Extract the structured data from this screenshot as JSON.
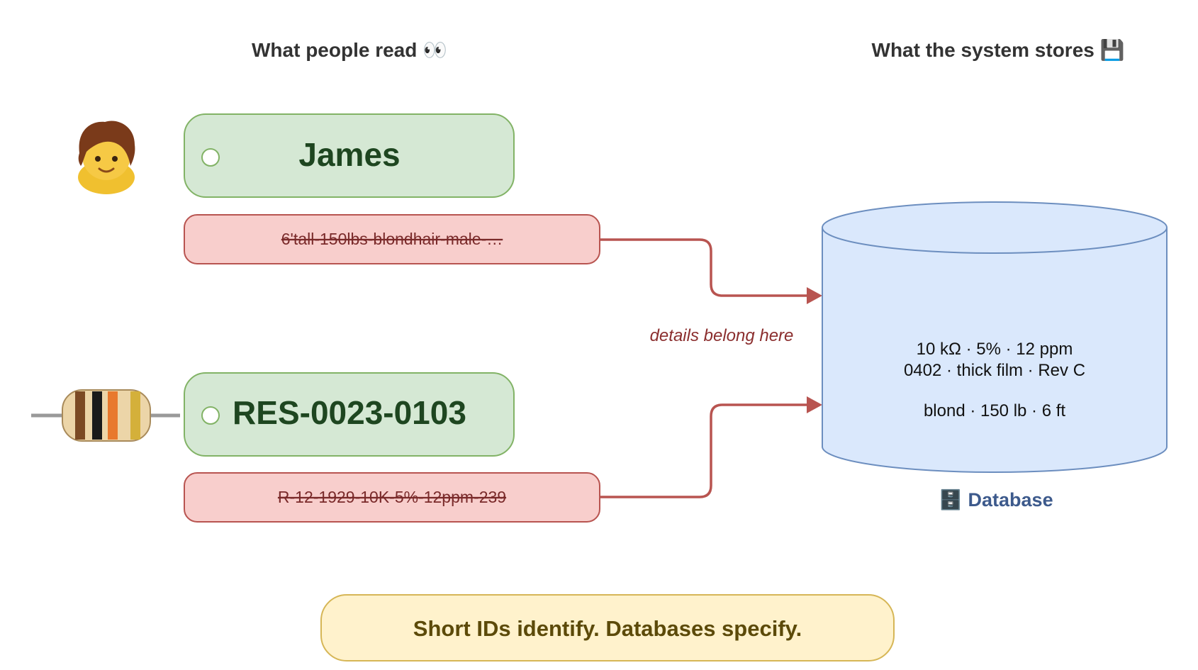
{
  "headers": {
    "left": "What people read 👀",
    "right": "What the system stores 💾"
  },
  "rows": [
    {
      "icon": "person-icon",
      "short_id": "James",
      "long_name": "6'tall-150lbs-blondhair-male-…"
    },
    {
      "icon": "resistor-icon",
      "short_id": "RES-0023-0103",
      "long_name": "R-12-1929-10K-5%-12ppm-239"
    }
  ],
  "annotation": "details belong here",
  "database": {
    "lines": [
      "10 kΩ · 5% · 12 ppm",
      "0402 · thick film · Rev C",
      "blond · 150 lb · 6 ft"
    ],
    "label": "🗄️ Database"
  },
  "takeaway": "Short IDs identify. Databases specify.",
  "colors": {
    "id_fill": "#d5e8d4",
    "id_stroke": "#82b366",
    "long_fill": "#f8cecc",
    "long_stroke": "#b85450",
    "arrow": "#b85450",
    "db_fill": "#dae8fc",
    "db_stroke": "#6c8ebf",
    "note_fill": "#fff2cc",
    "note_stroke": "#d6b656",
    "resistor_bands": [
      "#7b4a24",
      "#1a1a1a",
      "#e8792e",
      "#d4b03a"
    ]
  }
}
